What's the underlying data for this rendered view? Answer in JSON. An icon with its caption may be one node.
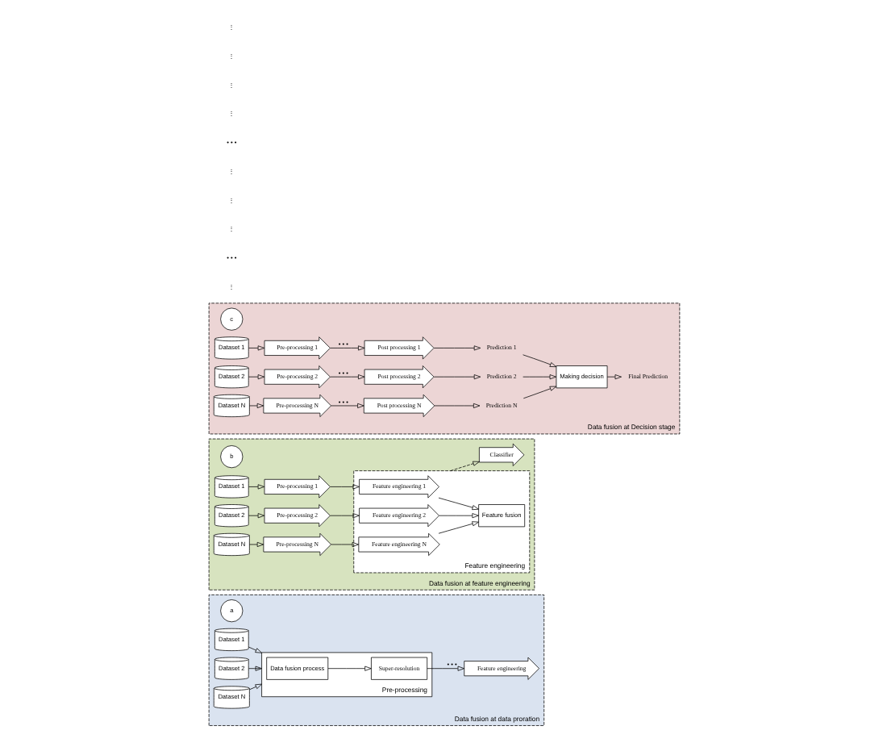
{
  "diagram": {
    "nodes": [
      {
        "text": [
          "Data fusion at data proration"
        ]
      },
      {
        "text": [
          "a"
        ],
        "in": 0
      },
      {
        "text": [
          "Dataset 1"
        ],
        "in": 0
      },
      {
        "text": [
          "Dataset 2"
        ],
        "in": 0
      },
      {
        "text": [
          "Dataset N"
        ],
        "in": 0
      },
      {
        "text": [
          "Pre-processing"
        ],
        "in": 0
      },
      {
        "text": [
          "Data fusion process"
        ],
        "in": 5
      },
      {
        "text": [
          "Super-resolution"
        ],
        "in": 5
      },
      {
        "text": [
          "Feature engineering"
        ],
        "in": 0
      },
      {
        "text": [
          "Data fusion at feature engineering"
        ]
      },
      {
        "text": [
          "b"
        ],
        "in": 9
      },
      {
        "text": [
          "Dataset 1"
        ],
        "in": 9
      },
      {
        "text": [
          "Dataset 2"
        ],
        "in": 9
      },
      {
        "text": [
          "Dataset N"
        ],
        "in": 9
      },
      {
        "text": [
          "Pre-processing 1"
        ],
        "in": 9
      },
      {
        "text": [
          "Pre-processing 2"
        ],
        "in": 9
      },
      {
        "text": [
          "Pre-processing N"
        ],
        "in": 9
      },
      {
        "text": [
          "Feature engineering"
        ],
        "in": 9
      },
      {
        "text": [
          "Feature engineering 1"
        ],
        "in": 17
      },
      {
        "text": [
          "Feature engineering 2"
        ],
        "in": 17
      },
      {
        "text": [
          "Feature engineering N"
        ],
        "in": 17
      },
      {
        "text": [
          "Feature fusion"
        ],
        "in": 17
      },
      {
        "text": [
          "Classifier"
        ],
        "in": 9
      },
      {
        "text": [
          "Data fusion at Decision stage"
        ]
      },
      {
        "text": [
          "c"
        ],
        "in": 23
      },
      {
        "text": [
          "Dataset 1"
        ],
        "in": 23
      },
      {
        "text": [
          "Dataset 2"
        ],
        "in": 23
      },
      {
        "text": [
          "Dataset N"
        ],
        "in": 23
      },
      {
        "text": [
          "Pre-processing 1"
        ],
        "in": 23
      },
      {
        "text": [
          "Pre-processing 2"
        ],
        "in": 23
      },
      {
        "text": [
          "Pre-processing N"
        ],
        "in": 23
      },
      {
        "text": [
          "Post processing 1"
        ],
        "in": 23
      },
      {
        "text": [
          "Post processing 2"
        ],
        "in": 23
      },
      {
        "text": [
          "Post processing N"
        ],
        "in": 23
      },
      {
        "text": [
          "Prediction 1"
        ],
        "in": 23
      },
      {
        "text": [
          "Prediction 2"
        ],
        "in": 23
      },
      {
        "text": [
          "Prediction N"
        ],
        "in": 23
      },
      {
        "text": [
          "Making decision"
        ],
        "in": 23
      },
      {
        "text": [
          "Final Prediction"
        ],
        "in": 23
      }
    ],
    "edges": [
      {
        "from": 2,
        "to": 5,
        "arrow": "to"
      },
      {
        "from": 3,
        "to": 5,
        "arrow": "to"
      },
      {
        "from": 4,
        "to": 5,
        "arrow": "to"
      },
      {
        "from": 6,
        "to": 7,
        "arrow": "to"
      },
      {
        "from": 7,
        "to": 8,
        "arrow": "to",
        "label": "• • •"
      },
      {
        "from": 11,
        "to": 14,
        "arrow": "to"
      },
      {
        "from": 12,
        "to": 15,
        "arrow": "to"
      },
      {
        "from": 13,
        "to": 16,
        "arrow": "to"
      },
      {
        "from": 14,
        "to": 18,
        "arrow": "to"
      },
      {
        "from": 15,
        "to": 19,
        "arrow": "to"
      },
      {
        "from": 16,
        "to": 20,
        "arrow": "to"
      },
      {
        "from": 18,
        "to": 21,
        "arrow": "to"
      },
      {
        "from": 19,
        "to": 21,
        "arrow": "to"
      },
      {
        "from": 20,
        "to": 21,
        "arrow": "to"
      },
      {
        "from": 17,
        "to": 22,
        "arrow": "to",
        "style": "dashed"
      },
      {
        "from": 25,
        "to": 28,
        "arrow": "to"
      },
      {
        "from": 26,
        "to": 29,
        "arrow": "to"
      },
      {
        "from": 27,
        "to": 30,
        "arrow": "to"
      },
      {
        "from": 28,
        "to": 31,
        "arrow": "to",
        "label": "• • •"
      },
      {
        "from": 29,
        "to": 32,
        "arrow": "to",
        "label": "• • •"
      },
      {
        "from": 30,
        "to": 33,
        "arrow": "to",
        "label": "• • •"
      },
      {
        "from": 31,
        "to": 34,
        "arrow": "to"
      },
      {
        "from": 32,
        "to": 35,
        "arrow": "to"
      },
      {
        "from": 33,
        "to": 36,
        "arrow": "to"
      },
      {
        "from": 34,
        "to": 37,
        "arrow": "to"
      },
      {
        "from": 35,
        "to": 37,
        "arrow": "to"
      },
      {
        "from": 36,
        "to": 37,
        "arrow": "to"
      },
      {
        "from": 37,
        "to": 38,
        "arrow": "to"
      }
    ],
    "labels": [
      "⋮",
      "• • •",
      "⋮",
      "⋮",
      "⋮",
      "• • •",
      "⋮",
      "⋮",
      "⋮",
      "⋮"
    ]
  }
}
